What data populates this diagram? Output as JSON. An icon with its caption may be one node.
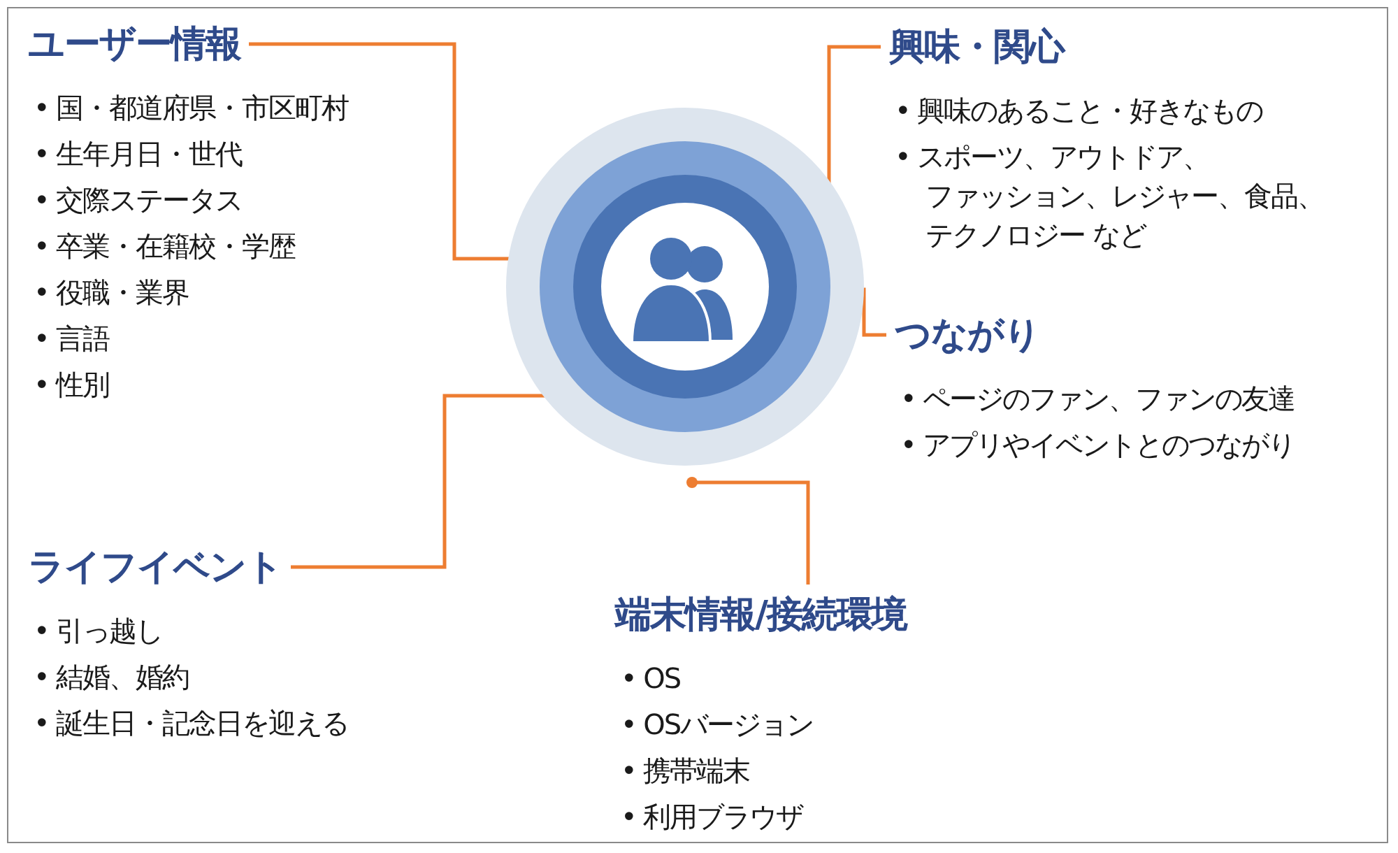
{
  "diagram": {
    "nodes": [
      {
        "text": [
          "ユーザー情報",
          "• 国・都道府県・市区町村",
          "• 生年月日・世代",
          "• 交際ステータス",
          "• 卒業・在籍校・学歴",
          "• 役職・業界",
          "• 言語",
          "• 性別"
        ]
      },
      {
        "text": [
          "興味・関心",
          "• 興味のあること・好きなもの",
          "• スポーツ、アウトドア、ファッション、レジャー、食品、テクノロジー など"
        ]
      },
      {
        "text": [
          "つながり",
          "• ページのファン、ファンの友達",
          "• アプリやイベントとのつながり"
        ]
      },
      {
        "text": [
          "ライフイベント",
          "• 引っ越し",
          "• 結婚、婚約",
          "• 誕生日・記念日を迎える"
        ]
      },
      {
        "text": [
          "端末情報/接続環境",
          "• OS",
          "• OSバージョン",
          "• 携帯端末",
          "• 利用ブラウザ"
        ]
      },
      {
        "text": [],
        "shape": "circle"
      }
    ],
    "edges": [
      {
        "from": 0,
        "to": 5,
        "arrow": "other"
      },
      {
        "from": 1,
        "to": 5,
        "arrow": "other"
      },
      {
        "from": 2,
        "to": 5,
        "arrow": "other"
      },
      {
        "from": 3,
        "to": 5,
        "arrow": "other"
      },
      {
        "from": 4,
        "to": 5,
        "arrow": "other"
      }
    ]
  }
}
